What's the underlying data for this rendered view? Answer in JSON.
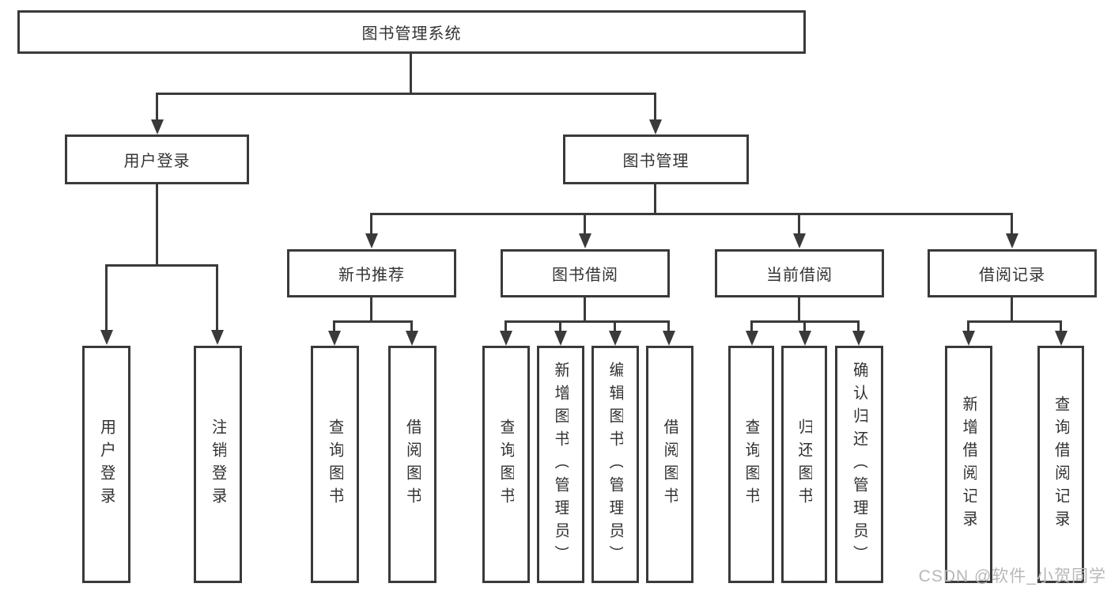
{
  "diagram": {
    "title": {
      "label": "图书管理系统"
    },
    "level2": [
      {
        "label": "用户登录"
      },
      {
        "label": "图书管理"
      }
    ],
    "level3": [
      {
        "label": "新书推荐"
      },
      {
        "label": "图书借阅"
      },
      {
        "label": "当前借阅"
      },
      {
        "label": "借阅记录"
      }
    ],
    "leaves": [
      {
        "label": "用户登录"
      },
      {
        "label": "注销登录"
      },
      {
        "label": "查询图书"
      },
      {
        "label": "借阅图书"
      },
      {
        "label": "查询图书"
      },
      {
        "label": "新增图书（管理员）"
      },
      {
        "label": "编辑图书（管理员）"
      },
      {
        "label": "借阅图书"
      },
      {
        "label": "查询图书"
      },
      {
        "label": "归还图书"
      },
      {
        "label": "确认归还（管理员）"
      },
      {
        "label": "新增借阅记录"
      },
      {
        "label": "查询借阅记录"
      }
    ],
    "watermark": "CSDN @软件_小贺同学",
    "colors": {
      "line": "#3a3a3a",
      "text": "#333333",
      "background": "#ffffff",
      "watermark": "#b8b8b8"
    }
  }
}
